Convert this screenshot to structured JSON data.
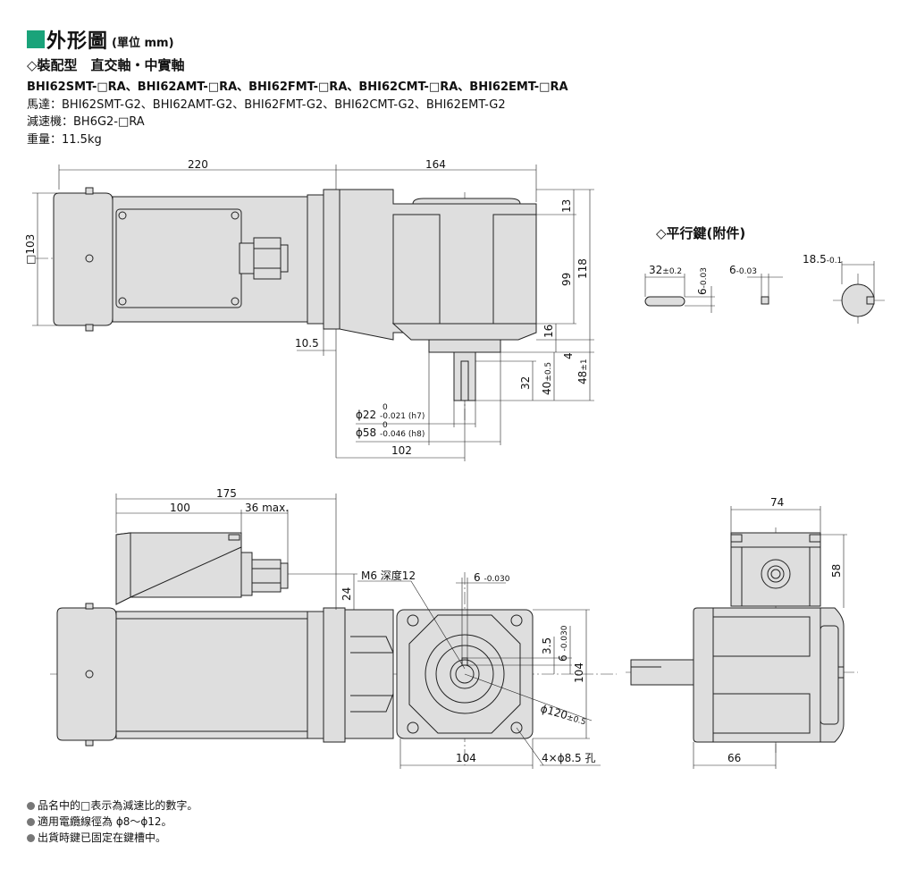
{
  "header": {
    "title": "外形圖",
    "unit": "(單位 mm)",
    "subtitle": "◇裝配型　直交軸・中實軸",
    "models": "BHI62SMT-□RA、BHI62AMT-□RA、BHI62FMT-□RA、BHI62CMT-□RA、BHI62EMT-□RA",
    "motor": "馬達：BHI62SMT-G2、BHI62AMT-G2、BHI62FMT-G2、BHI62CMT-G2、BHI62EMT-G2",
    "reducer": "減速機：BH6G2-□RA",
    "weight": "重量：11.5kg"
  },
  "key_section": {
    "title": "◇平行鍵(附件)"
  },
  "dimensions": {
    "top_left_len": "220",
    "top_right_len": "164",
    "side_height": "□103",
    "d13": "13",
    "d99": "99",
    "d118": "118",
    "d16": "16",
    "d4": "4",
    "d48": "48",
    "d48_tol": "±1",
    "d40": "40",
    "d40_tol": "±0.5",
    "d32": "32",
    "d105": "10.5",
    "phi22": "ϕ22",
    "phi22_tol": "-0.021 (h7)",
    "phi58": "ϕ58",
    "phi58_tol": "-0.046 (h8)",
    "d102": "102",
    "key32": "32",
    "key32_tol": "±0.2",
    "key6a": "6",
    "key6a_tol": "-0.03",
    "key6b": "6",
    "key6b_tol": "-0.03",
    "key185": "18.5",
    "key185_tol": "-0.1",
    "d175": "175",
    "d100": "100",
    "d36": "36 max.",
    "d24": "24",
    "m6": "M6 深度12",
    "keyway6": "6",
    "keyway6_tol": "-0.030",
    "d35": "3.5",
    "d6v": "6",
    "d6v_tol": "-0.030",
    "d104v": "104",
    "phi120": "ϕ120",
    "phi120_tol": "±0.5",
    "d104h": "104",
    "holes": "4×ϕ8.5 孔",
    "d74": "74",
    "d58": "58",
    "d66": "66",
    "zero": "0"
  },
  "notes": [
    "品名中的□表示為減速比的數字。",
    "適用電纜線徑為 ϕ8～ϕ12。",
    "出貨時鍵已固定在鍵槽中。"
  ]
}
